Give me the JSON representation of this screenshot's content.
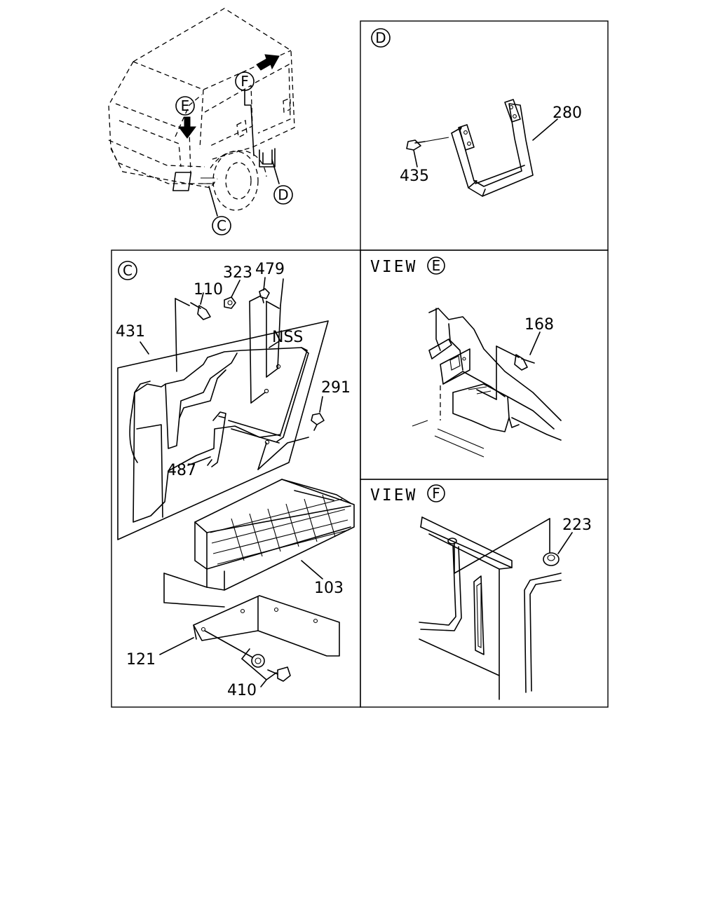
{
  "overview": {
    "callouts": {
      "E": "E",
      "F": "F",
      "C": "C",
      "D": "D"
    }
  },
  "panel_d": {
    "letter": "D",
    "parts": {
      "p280": "280",
      "p435": "435"
    }
  },
  "panel_c": {
    "letter": "C",
    "note": "NSS",
    "parts": {
      "p323": "323",
      "p479": "479",
      "p110": "110",
      "p431": "431",
      "p291": "291",
      "p487": "487",
      "p103": "103",
      "p121": "121",
      "p410": "410"
    }
  },
  "panel_e": {
    "view_word": "VIEW",
    "letter": "E",
    "parts": {
      "p168": "168"
    }
  },
  "panel_f": {
    "view_word": "VIEW",
    "letter": "F",
    "parts": {
      "p223": "223"
    }
  }
}
